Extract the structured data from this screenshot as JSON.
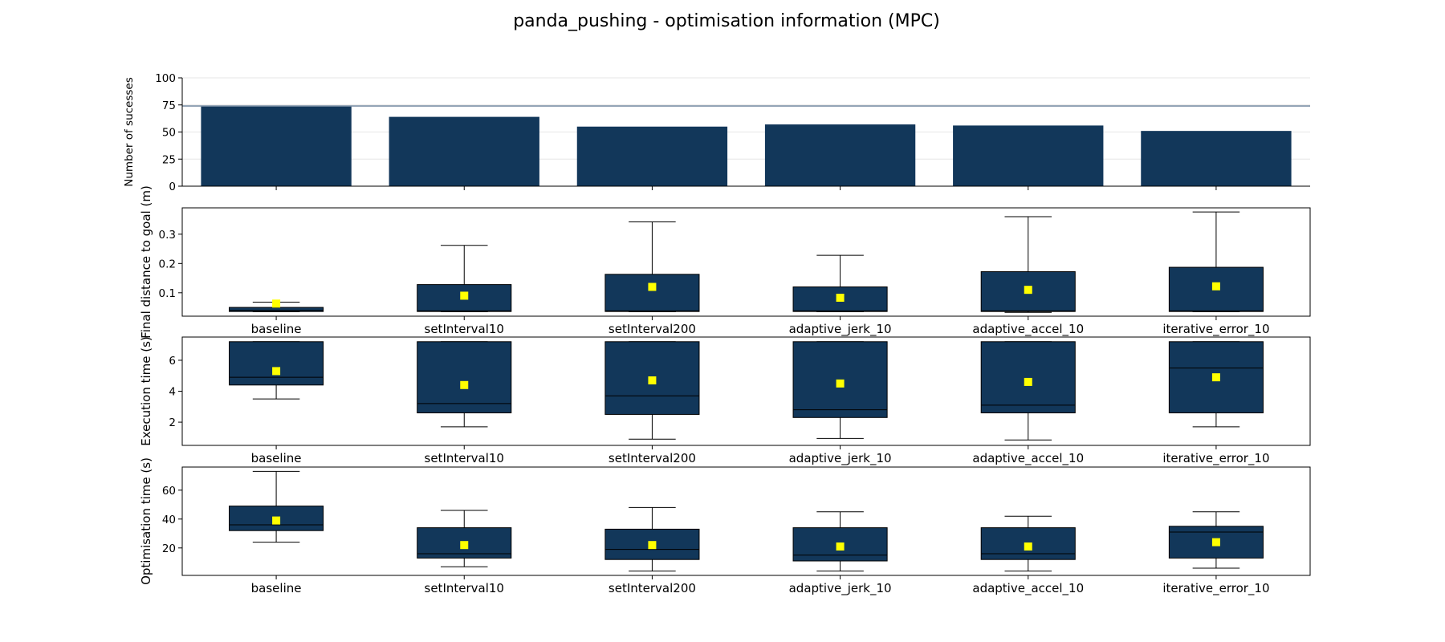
{
  "title": "panda_pushing - optimisation information (MPC)",
  "colors": {
    "bar": "#12375a",
    "box": "#12375a",
    "mean_marker": "#ffff00",
    "reference_line": "#7b8fa6",
    "grid": "#e6e6e6"
  },
  "categories": [
    "baseline",
    "setInterval10",
    "setInterval200",
    "adaptive_jerk_10",
    "adaptive_accel_10",
    "iterative_error_10"
  ],
  "chart_data": [
    {
      "type": "bar",
      "ylabel": "Number of sucesses",
      "categories": [
        "baseline",
        "setInterval10",
        "setInterval200",
        "adaptive_jerk_10",
        "adaptive_accel_10",
        "iterative_error_10"
      ],
      "values": [
        74,
        64,
        55,
        57,
        56,
        51
      ],
      "reference_line": 74,
      "ylim": [
        0,
        100
      ],
      "yticks": [
        0,
        25,
        50,
        75,
        100
      ],
      "grid": "horizontal"
    },
    {
      "type": "box",
      "ylabel": "Final distance to goal (m)",
      "categories": [
        "baseline",
        "setInterval10",
        "setInterval200",
        "adaptive_jerk_10",
        "adaptive_accel_10",
        "iterative_error_10"
      ],
      "ylim": [
        0.02,
        0.39
      ],
      "yticks": [
        0.1,
        0.2,
        0.3
      ],
      "series": [
        {
          "whisker_low": 0.035,
          "q1": 0.036,
          "median": 0.04,
          "q3": 0.05,
          "whisker_high": 0.068,
          "mean": 0.063
        },
        {
          "whisker_low": 0.035,
          "q1": 0.036,
          "median": 0.038,
          "q3": 0.128,
          "whisker_high": 0.262,
          "mean": 0.09
        },
        {
          "whisker_low": 0.035,
          "q1": 0.036,
          "median": 0.038,
          "q3": 0.163,
          "whisker_high": 0.342,
          "mean": 0.12
        },
        {
          "whisker_low": 0.035,
          "q1": 0.036,
          "median": 0.038,
          "q3": 0.12,
          "whisker_high": 0.228,
          "mean": 0.083
        },
        {
          "whisker_low": 0.033,
          "q1": 0.036,
          "median": 0.038,
          "q3": 0.172,
          "whisker_high": 0.36,
          "mean": 0.11
        },
        {
          "whisker_low": 0.035,
          "q1": 0.036,
          "median": 0.038,
          "q3": 0.187,
          "whisker_high": 0.376,
          "mean": 0.122
        }
      ]
    },
    {
      "type": "box",
      "ylabel": "Execution time (s)",
      "categories": [
        "baseline",
        "setInterval10",
        "setInterval200",
        "adaptive_jerk_10",
        "adaptive_accel_10",
        "iterative_error_10"
      ],
      "ylim": [
        0.5,
        7.5
      ],
      "yticks": [
        2,
        4,
        6
      ],
      "series": [
        {
          "whisker_low": 3.5,
          "q1": 4.4,
          "median": 4.9,
          "q3": 7.2,
          "whisker_high": 7.2,
          "mean": 5.3
        },
        {
          "whisker_low": 1.7,
          "q1": 2.6,
          "median": 3.2,
          "q3": 7.2,
          "whisker_high": 7.2,
          "mean": 4.4
        },
        {
          "whisker_low": 0.9,
          "q1": 2.5,
          "median": 3.7,
          "q3": 7.2,
          "whisker_high": 7.2,
          "mean": 4.7
        },
        {
          "whisker_low": 0.95,
          "q1": 2.3,
          "median": 2.8,
          "q3": 7.2,
          "whisker_high": 7.2,
          "mean": 4.5
        },
        {
          "whisker_low": 0.85,
          "q1": 2.6,
          "median": 3.1,
          "q3": 7.2,
          "whisker_high": 7.2,
          "mean": 4.6
        },
        {
          "whisker_low": 1.7,
          "q1": 2.6,
          "median": 5.5,
          "q3": 7.2,
          "whisker_high": 7.2,
          "mean": 4.9
        }
      ]
    },
    {
      "type": "box",
      "ylabel": "Optimisation time (s)",
      "categories": [
        "baseline",
        "setInterval10",
        "setInterval200",
        "adaptive_jerk_10",
        "adaptive_accel_10",
        "iterative_error_10"
      ],
      "ylim": [
        1,
        76
      ],
      "yticks": [
        20,
        40,
        60
      ],
      "series": [
        {
          "whisker_low": 24,
          "q1": 32,
          "median": 36,
          "q3": 49,
          "whisker_high": 73,
          "mean": 39
        },
        {
          "whisker_low": 7,
          "q1": 13,
          "median": 16,
          "q3": 34,
          "whisker_high": 46,
          "mean": 22
        },
        {
          "whisker_low": 4,
          "q1": 12,
          "median": 19,
          "q3": 33,
          "whisker_high": 48,
          "mean": 22
        },
        {
          "whisker_low": 4,
          "q1": 11,
          "median": 15,
          "q3": 34,
          "whisker_high": 45,
          "mean": 21
        },
        {
          "whisker_low": 4,
          "q1": 12,
          "median": 16,
          "q3": 34,
          "whisker_high": 42,
          "mean": 21
        },
        {
          "whisker_low": 6,
          "q1": 13,
          "median": 31,
          "q3": 35,
          "whisker_high": 45,
          "mean": 24
        }
      ]
    }
  ]
}
